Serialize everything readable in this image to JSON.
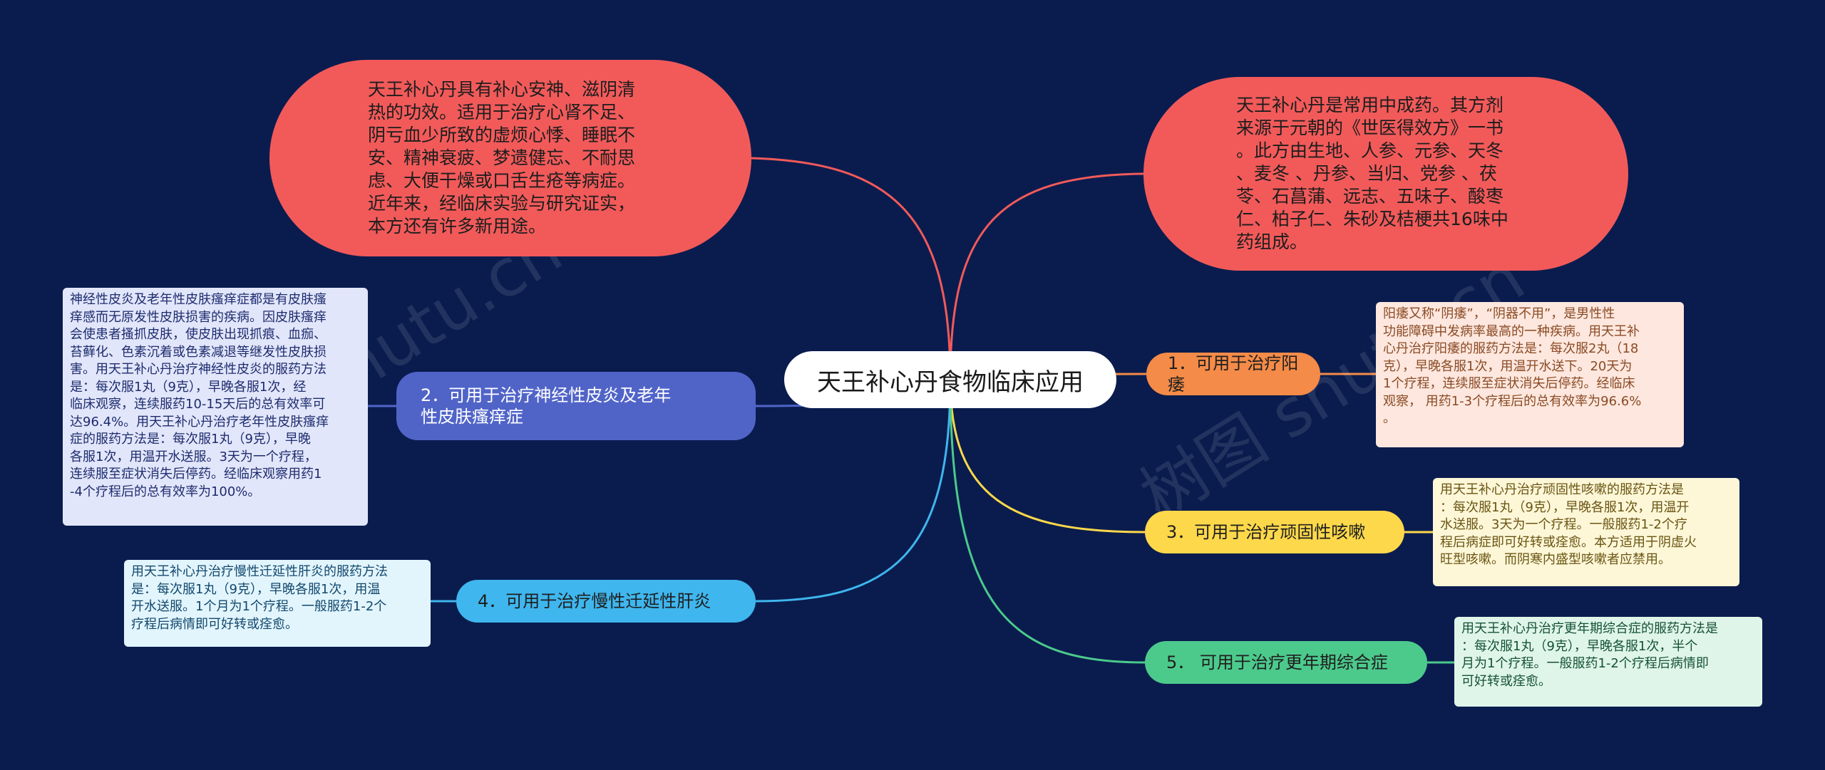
{
  "root": "天王补心丹食物临床应用",
  "top_left": "天王补心丹具有补心安神、滋阴清\n热的功效。适用于治疗心肾不足、\n阴亏血少所致的虚烦心悸、睡眠不\n安、精神衰疲、梦遗健忘、不耐思\n虑、大便干燥或口舌生疮等病症。\n近年来，经临床实验与研究证实，\n本方还有许多新用途。",
  "top_right": "天王补心丹是常用中成药。其方剂\n来源于元朝的《世医得效方》一书\n。此方由生地、人参、元参、天冬\n、麦冬 、丹参、当归、党参 、茯\n苓、石菖蒲、远志、五味子、酸枣\n仁、柏子仁、朱砂及桔梗共16味中\n药组成。",
  "branches": [
    {
      "label": "1．可用于治疗阳痿",
      "detail": "阳痿又称“阴痿”，“阴器不用”，是男性性\n功能障碍中发病率最高的一种疾病。用天王补\n心丹治疗阳痿的服药方法是：每次服2丸（18\n克），早晚各服1次，用温开水送下。20天为\n1个疗程，连续服至症状消失后停药。经临床\n观察， 用药1-3个疗程后的总有效率为96.6%\n。",
      "color": "#f48b48"
    },
    {
      "label": "2．可用于治疗神经性皮炎及老年\n性皮肤瘙痒症",
      "detail": "神经性皮炎及老年性皮肤瘙痒症都是有皮肤瘙\n痒感而无原发性皮肤损害的疾病。因皮肤瘙痒\n会使患者搔抓皮肤，使皮肤出现抓痕、血痂、\n苔藓化、色素沉着或色素减退等继发性皮肤损\n害。用天王补心丹治疗神经性皮炎的服药方法\n是：每次服1丸（9克），早晚各服1次，经\n临床观察，连续服药10-15天后的总有效率可\n达96.4%。用天王补心丹治疗老年性皮肤瘙痒\n症的服药方法是：每次服1丸（9克），早晚\n各服1次，用温开水送服。3天为一个疗程，\n连续服至症状消失后停药。经临床观察用药1\n-4个疗程后的总有效率为100%。",
      "color": "#5064c8"
    },
    {
      "label": "3．可用于治疗顽固性咳嗽",
      "detail": "用天王补心丹治疗顽固性咳嗽的服药方法是\n：每次服1丸（9克），早晚各服1次，用温开\n水送服。3天为一个疗程。一般服药1-2个疗\n程后病症即可好转或痊愈。本方适用于阴虚火\n旺型咳嗽。而阴寒内盛型咳嗽者应禁用。",
      "color": "#fdd84a"
    },
    {
      "label": "4．可用于治疗慢性迁延性肝炎",
      "detail": "用天王补心丹治疗慢性迁延性肝炎的服药方法\n是：每次服1丸（9克），早晚各服1次，用温\n开水送服。1个月为1个疗程。一般服药1-2个\n疗程后病情即可好转或痊愈。",
      "color": "#3fb6ee"
    },
    {
      "label": "5． 可用于治疗更年期综合症",
      "detail": "用天王补心丹治疗更年期综合症的服药方法是\n：每次服1丸（9克），早晚各服1次，半个\n月为1个疗程。一般服药1-2个疗程后病情即\n可好转或痊愈。",
      "color": "#4cca8c"
    }
  ],
  "watermark": "树图 shutu.cn",
  "colors": {
    "background": "#0a1c4e",
    "top_nodes": "#f25a5a",
    "top_link": "#f25a5a",
    "root": "#ffffff"
  }
}
